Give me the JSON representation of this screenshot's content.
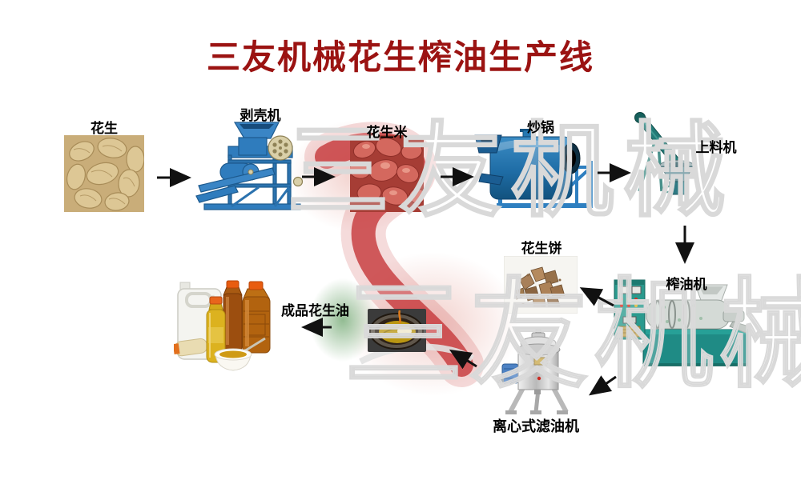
{
  "title": "三友机械花生榨油生产线",
  "watermark": {
    "text": "三友机械"
  },
  "steps": {
    "peanut": {
      "label": "花生",
      "image": "peanuts-photo"
    },
    "sheller": {
      "label": "剥壳机",
      "image": "shelling-machine-photo"
    },
    "kernels": {
      "label": "花生米",
      "image": "peanut-kernels-photo"
    },
    "roaster": {
      "label": "炒锅",
      "image": "roasting-drum-photo"
    },
    "feeder": {
      "label": "上料机",
      "image": "screw-conveyor-photo"
    },
    "press": {
      "label": "榨油机",
      "image": "oil-press-photo"
    },
    "cake": {
      "label": "花生饼",
      "image": "peanut-cake-photo"
    },
    "filter": {
      "label": "离心式滤油机",
      "image": "centrifugal-filter-photo"
    },
    "crude_oil": {
      "label": "",
      "image": "oil-bowl-photo"
    },
    "finished_oil": {
      "label": "成品花生油",
      "image": "oil-bottles-photo"
    }
  },
  "arrows": [
    {
      "from": "花生",
      "to": "剥壳机"
    },
    {
      "from": "剥壳机",
      "to": "花生米"
    },
    {
      "from": "花生米",
      "to": "炒锅"
    },
    {
      "from": "炒锅",
      "to": "上料机"
    },
    {
      "from": "上料机",
      "to": "榨油机"
    },
    {
      "from": "榨油机",
      "to": "花生饼"
    },
    {
      "from": "榨油机",
      "to": "离心式滤油机"
    },
    {
      "from": "离心式滤油机",
      "to": "滤后花生油"
    },
    {
      "from": "滤后花生油",
      "to": "成品花生油"
    }
  ],
  "colors": {
    "title_red": "#9b1312",
    "arrow_black": "#111111",
    "watermark_gray": "#d9d9d9",
    "logo_red": "#c5373a",
    "machine_blue": "#2f7cbd",
    "machine_teal": "#1f8b85",
    "steel_gray": "#cfcfcf",
    "oil_gold": "#cf9a14"
  }
}
